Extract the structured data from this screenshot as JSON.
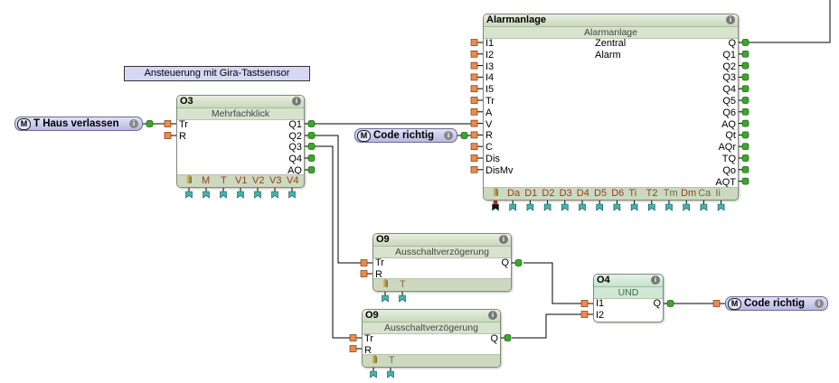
{
  "comment": "Ansteuerung mit Gira-Tastsensor",
  "markers": {
    "t_haus": {
      "prefix": "M",
      "label": "T Haus verlassen",
      "info": "i"
    },
    "code_in": {
      "prefix": "M",
      "label": "Code richtig",
      "info": "i"
    },
    "code_out": {
      "prefix": "M",
      "label": "Code richtig",
      "info": "i"
    }
  },
  "blocks": {
    "alarm": {
      "id": "Alarmanlage",
      "type": "Alarmanlage",
      "info": "i",
      "texts": [
        "Zentral",
        "Alarm"
      ],
      "inputs": [
        "I1",
        "I2",
        "I3",
        "I4",
        "I5",
        "Tr",
        "A",
        "V",
        "R",
        "C",
        "Dis",
        "DisMv"
      ],
      "outputs": [
        "Q",
        "Q1",
        "Q2",
        "Q3",
        "Q4",
        "Q5",
        "Q6",
        "AQ",
        "Qt",
        "AQr",
        "TQ",
        "Qo",
        "AQT"
      ],
      "params": [
        "Da",
        "D1",
        "D2",
        "D3",
        "D4",
        "D5",
        "D6",
        "Ti",
        "T2",
        "Tm",
        "Dm",
        "Ca",
        "Ii"
      ]
    },
    "o3": {
      "id": "O3",
      "type": "Mehrfachklick",
      "info": "i",
      "inputs": [
        "Tr",
        "R"
      ],
      "outputs": [
        "Q1",
        "Q2",
        "Q3",
        "Q4",
        "AQ"
      ],
      "params": [
        "M",
        "T",
        "V1",
        "V2",
        "V3",
        "V4"
      ]
    },
    "o9a": {
      "id": "O9",
      "type": "Ausschaltverzögerung",
      "info": "i",
      "inputs": [
        "Tr",
        "R"
      ],
      "outputs": [
        "Q"
      ],
      "params": [
        "T"
      ]
    },
    "o9b": {
      "id": "O9",
      "type": "Ausschaltverzögerung",
      "info": "i",
      "inputs": [
        "Tr",
        "R"
      ],
      "outputs": [
        "Q"
      ],
      "params": [
        "T"
      ]
    },
    "o4": {
      "id": "O4",
      "type": "UND",
      "info": "i",
      "inputs": [
        "I1",
        "I2"
      ],
      "outputs": [
        "Q"
      ]
    }
  },
  "colors": {
    "input_port": "#ee8a4a",
    "output_port": "#3aa829",
    "param_port": "#3fb5b0",
    "wire": "#000000",
    "marker_bg": "#c8c8ee",
    "comment_bg": "#d7d7f5"
  }
}
